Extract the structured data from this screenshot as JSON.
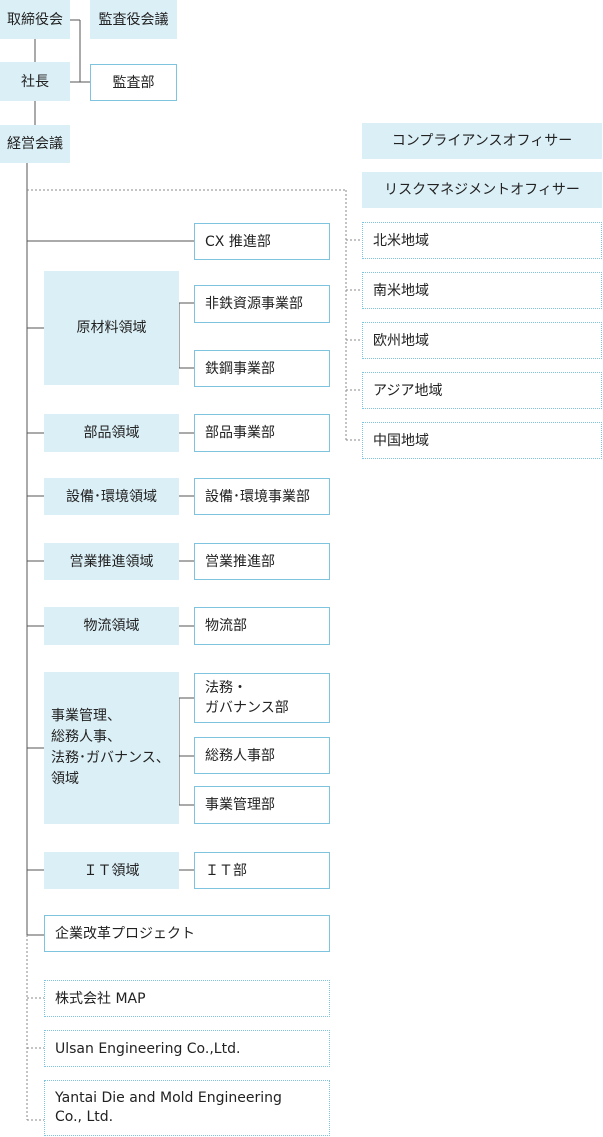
{
  "top": {
    "board": "取締役会",
    "audit_board": "監査役会議",
    "president": "社長",
    "audit_dept": "監査部",
    "mgmt_council": "経営会議"
  },
  "officers": {
    "compliance": "コンプライアンスオフィサー",
    "risk": "リスクマネジメントオフィサー"
  },
  "regions": [
    "北米地域",
    "南米地域",
    "欧州地域",
    "アジア地域",
    "中国地域"
  ],
  "cx_dept": "CX 推進部",
  "domains": {
    "raw_materials": "原材料領域",
    "parts": "部品領域",
    "equipment": "設備･環境領域",
    "sales": "営業推進領域",
    "logistics": "物流領域",
    "admin": "事業管理、\n総務人事、\n法務･ガバナンス、\n領域",
    "it": "ＩＴ領域"
  },
  "departments": {
    "non_ferrous": "非鉄資源事業部",
    "steel": "鉄鋼事業部",
    "parts": "部品事業部",
    "equipment": "設備･環境事業部",
    "sales": "営業推進部",
    "logistics": "物流部",
    "legal": "法務・\nガバナンス部",
    "hr": "総務人事部",
    "biz_mgmt": "事業管理部",
    "it": "ＩＴ部"
  },
  "project": "企業改革プロジェクト",
  "subsidiaries": [
    "株式会社 MAP",
    "Ulsan Engineering Co.,Ltd.",
    "Yantai Die and Mold Engineering\nCo., Ltd."
  ]
}
